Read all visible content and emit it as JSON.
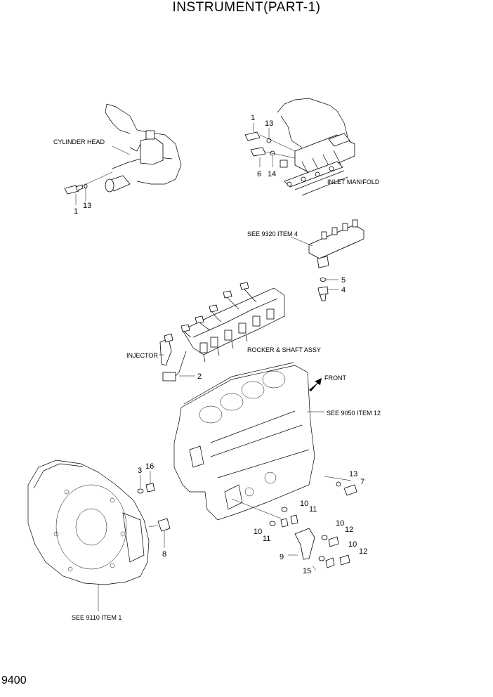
{
  "title": "INSTRUMENT(PART-1)",
  "page_number": "9400",
  "labels": {
    "cylinder_head": "CYLINDER HEAD",
    "inlet_manifold": "INLET MANIFOLD",
    "see_9320": "SEE 9320 ITEM 4",
    "injector": "INJECTOR",
    "rocker_shaft": "ROCKER & SHAFT ASSY",
    "front": "FRONT",
    "see_9050": "SEE 9050 ITEM 12",
    "see_9110": "SEE 9110 ITEM 1"
  },
  "callouts": {
    "c1a": "1",
    "c13a": "13",
    "c1b": "1",
    "c13b": "13",
    "c6": "6",
    "c14": "14",
    "c5": "5",
    "c4": "4",
    "c2": "2",
    "c3": "3",
    "c16": "16",
    "c8": "8",
    "c13c": "13",
    "c7": "7",
    "c10a": "10",
    "c11a": "11",
    "c10b": "10",
    "c11b": "11",
    "c10c": "10",
    "c12a": "12",
    "c9": "9",
    "c10d": "10",
    "c12b": "12",
    "c15": "15"
  }
}
